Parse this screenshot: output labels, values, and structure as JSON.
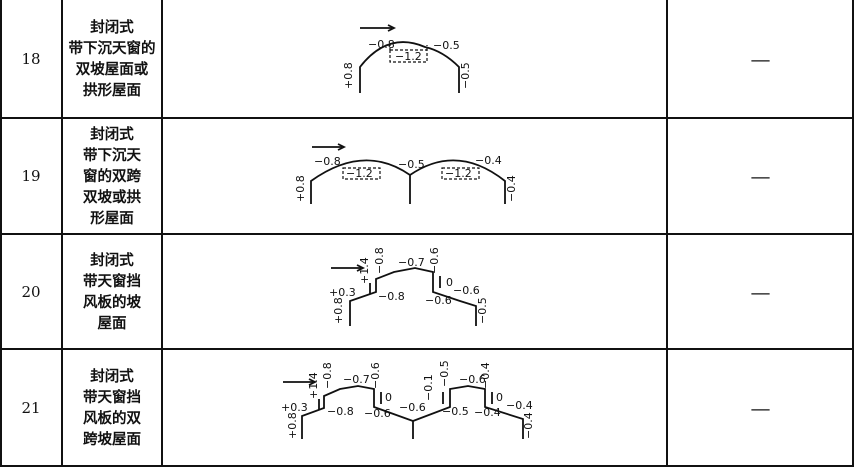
{
  "rows": [
    {
      "num": "18",
      "name_lines": [
        "封闭式",
        "带下沉天窗的",
        "双坡屋面或",
        "拱形屋面"
      ],
      "note": "—",
      "labels": {
        "left_wall": "+0.8",
        "roof_left": "−0.8",
        "inner": "−1.2",
        "roof_right": "−0.5",
        "right_wall": "−0.5"
      }
    },
    {
      "num": "19",
      "name_lines": [
        "封闭式",
        "带下沉天",
        "窗的双跨",
        "双坡或拱",
        "形屋面"
      ],
      "note": "—",
      "labels": {
        "left_wall": "+0.8",
        "roof_left": "−0.8",
        "inner_left": "−1.2",
        "valley": "−0.5",
        "inner_right": "−1.2",
        "roof_right": "−0.4",
        "right_wall": "−0.4"
      }
    },
    {
      "num": "20",
      "name_lines": [
        "封闭式",
        "带天窗挡",
        "风板的坡",
        "屋面"
      ],
      "note": "—",
      "labels": {
        "left_wall": "+0.8",
        "left_low_roof": "+0.3",
        "left_shield": "+1.4",
        "left_mon_wall": "−0.8",
        "left_low_under": "−0.8",
        "top_roof": "−0.7",
        "right_mon_wall": "−0.6",
        "right_shield": "0",
        "right_low_under": "−0.6",
        "right_low_roof": "−0.6",
        "right_wall": "−0.5"
      }
    },
    {
      "num": "21",
      "name_lines": [
        "封闭式",
        "带天窗挡",
        "风板的双",
        "跨坡屋面"
      ],
      "note": "—",
      "labels": {
        "left_wall": "+0.8",
        "left_low_roof": "+0.3",
        "left_shield": "+1.4",
        "m1_left_wall": "−0.8",
        "m1_under": "−0.8",
        "m1_top": "−0.7",
        "m1_right_wall": "−0.6",
        "m1_right_shield": "0",
        "m1_right_under": "−0.6",
        "valley": "−0.6",
        "m2_left_shield": "−0.1",
        "m2_left_wall": "−0.5",
        "m2_under": "−0.5",
        "m2_top": "−0.6",
        "m2_right_wall": "−0.4",
        "m2_right_shield": "0",
        "m2_right_under": "−0.4",
        "right_low_roof": "−0.4",
        "right_wall": "−0.4"
      }
    }
  ]
}
